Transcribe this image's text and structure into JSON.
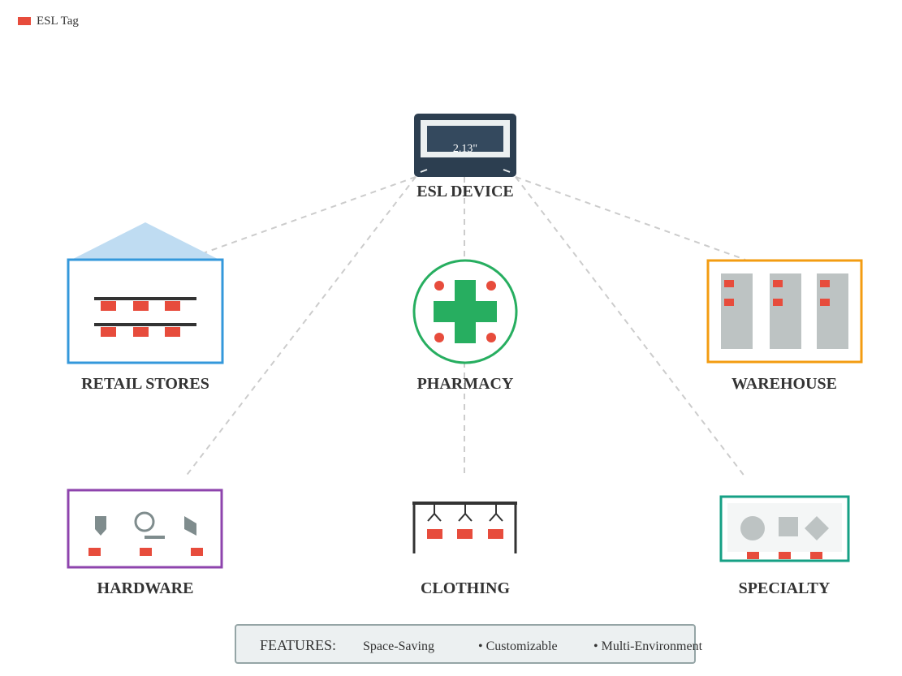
{
  "legend": {
    "label": "ESL Tag",
    "color": "#e74c3c"
  },
  "device": {
    "screen_size": "2.13\"",
    "label": "ESL DEVICE"
  },
  "nodes": {
    "retail": {
      "label": "RETAIL STORES",
      "color": "#3498db"
    },
    "pharmacy": {
      "label": "PHARMACY",
      "color": "#27ae60"
    },
    "warehouse": {
      "label": "WAREHOUSE",
      "color": "#f39c12"
    },
    "hardware": {
      "label": "HARDWARE",
      "color": "#8e44ad"
    },
    "clothing": {
      "label": "CLOTHING",
      "color": "#333333"
    },
    "specialty": {
      "label": "SPECIALTY",
      "color": "#16a085"
    }
  },
  "features": {
    "title": "FEATURES:",
    "items": [
      "Space-Saving",
      "• Customizable",
      "• Multi-Environment"
    ]
  }
}
